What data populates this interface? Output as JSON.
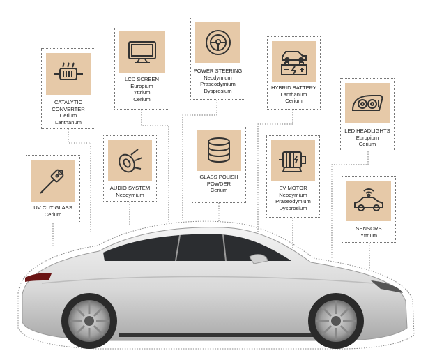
{
  "components": [
    {
      "id": "catalytic",
      "title": "CATALYTIC CONVERTER",
      "elements": [
        "Cerium",
        "Lanthanum"
      ],
      "icon": "catalytic-converter-icon"
    },
    {
      "id": "lcd",
      "title": "LCD SCREEN",
      "elements": [
        "Europium",
        "Yttrium",
        "Cerium"
      ],
      "icon": "monitor-icon"
    },
    {
      "id": "steering",
      "title": "POWER STEERING",
      "elements": [
        "Neodymium",
        "Praseodymium",
        "Dysprosium"
      ],
      "icon": "steering-wheel-icon"
    },
    {
      "id": "battery",
      "title": "HYBRID BATTERY",
      "elements": [
        "Lanthanum",
        "Cerium"
      ],
      "icon": "car-battery-icon"
    },
    {
      "id": "headlights",
      "title": "LED HEADLIGHTS",
      "elements": [
        "Europium",
        "Cerium"
      ],
      "icon": "headlight-icon"
    },
    {
      "id": "uvglass",
      "title": "UV CUT GLASS",
      "elements": [
        "Cerium"
      ],
      "icon": "glass-cutter-icon"
    },
    {
      "id": "audio",
      "title": "AUDIO SYSTEM",
      "elements": [
        "Neodymium"
      ],
      "icon": "speaker-icon"
    },
    {
      "id": "polish",
      "title": "GLASS POLISH POWDER",
      "elements": [
        "Cerium"
      ],
      "icon": "powder-stack-icon"
    },
    {
      "id": "evmotor",
      "title": "EV MOTOR",
      "elements": [
        "Neodymium",
        "Praseodymium",
        "Dysprosium"
      ],
      "icon": "electric-motor-icon"
    },
    {
      "id": "sensors",
      "title": "SENSORS",
      "elements": [
        "Yttrium"
      ],
      "icon": "car-sensor-icon"
    }
  ],
  "colors": {
    "tile": "#e6c9a8",
    "icon": "#3a3a3a",
    "car_body": "#d9d9d9",
    "dotted_line": "#777777"
  }
}
